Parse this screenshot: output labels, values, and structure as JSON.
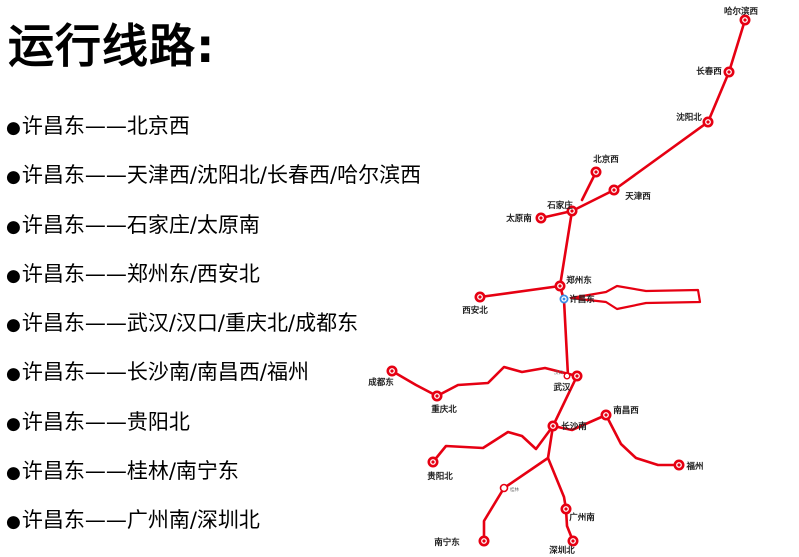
{
  "title": "运行线路:",
  "bullet": "●",
  "routes": [
    "许昌东——北京西",
    "许昌东——天津西/沈阳北/长春西/哈尔滨西",
    "许昌东——石家庄/太原南",
    "许昌东——郑州东/西安北",
    "许昌东——武汉/汉口/重庆北/成都东",
    "许昌东——长沙南/南昌西/福州",
    "许昌东——贵阳北",
    "许昌东——桂林/南宁东",
    "许昌东——广州南/深圳北"
  ],
  "map": {
    "line_color": "#e60012",
    "origin_color": "#3a8ee6",
    "stations": {
      "harbin_w": "哈尔滨西",
      "changchun_w": "长春西",
      "shenyang_n": "沈阳北",
      "beijing_w": "北京西",
      "tianjin_w": "天津西",
      "shijiazhuang": "石家庄",
      "taiyuan_s": "太原南",
      "zhengzhou_e": "郑州东",
      "xuchang_e": "许昌东",
      "xian_n": "西安北",
      "wuhan": "武汉",
      "chengdu_e": "成都东",
      "chongqing_n": "重庆北",
      "changsha_s": "长沙南",
      "nanchang_w": "南昌西",
      "fuzhou": "福州",
      "guiyang_n": "贵阳北",
      "guilin": "桂林",
      "nanning_e": "南宁东",
      "guangzhou_s": "广州南",
      "shenzhen_n": "深圳北",
      "hankou_small": "汉口"
    }
  }
}
